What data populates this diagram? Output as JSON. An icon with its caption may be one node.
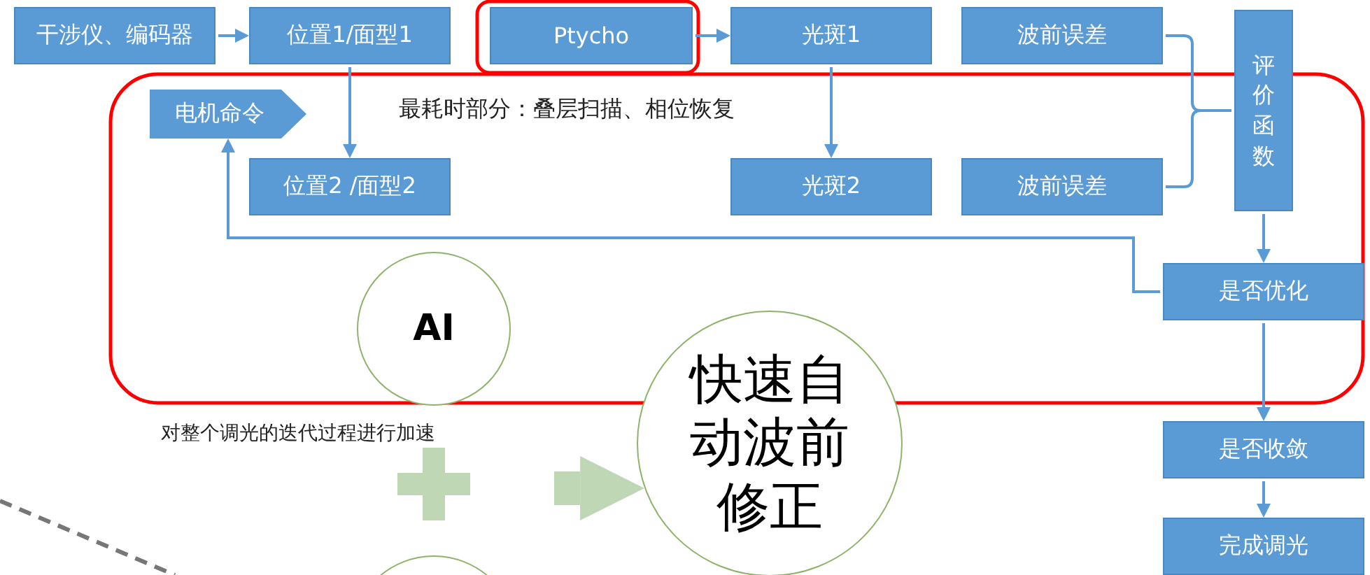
{
  "diagram": {
    "nodes": [
      {
        "text": [
          "干涉仪、编码器"
        ]
      },
      {
        "text": [
          "位置1/面型1"
        ]
      },
      {
        "text": [
          "Ptycho"
        ]
      },
      {
        "text": [
          "光斑1"
        ]
      },
      {
        "text": [
          "波前误差"
        ]
      },
      {
        "text": [
          "评价函数"
        ]
      },
      {
        "text": [
          "电机命令"
        ]
      },
      {
        "text": [
          "位置2 /面型2"
        ]
      },
      {
        "text": [
          "光斑2"
        ]
      },
      {
        "text": [
          "波前误差"
        ]
      },
      {
        "text": [
          "是否优化"
        ]
      },
      {
        "text": [
          "AI"
        ]
      },
      {
        "text": [
          "快速自动波前修正"
        ]
      },
      {
        "text": [
          "是否收敛"
        ]
      },
      {
        "text": [
          "完成调光"
        ]
      },
      {
        "text": [],
        "shape": "circle"
      }
    ],
    "edges": [
      {
        "from": 0,
        "to": 1,
        "arrow": "to"
      },
      {
        "from": 2,
        "to": 3,
        "arrow": "to"
      },
      {
        "from": 1,
        "to": 7,
        "arrow": "to"
      },
      {
        "from": 3,
        "to": 8,
        "arrow": "to"
      },
      {
        "from": 4,
        "to": 5,
        "arrow": "none"
      },
      {
        "from": 9,
        "to": 5,
        "arrow": "none"
      },
      {
        "from": 5,
        "to": 10,
        "arrow": "to"
      },
      {
        "from": 10,
        "to": 13,
        "arrow": "to"
      },
      {
        "from": 10,
        "to": 6,
        "arrow": "to"
      },
      {
        "from": 13,
        "to": 14,
        "arrow": "to"
      },
      {
        "from": null,
        "to": 12,
        "arrow": "to",
        "style": "thick",
        "color": "#c0d7b5"
      }
    ],
    "labels": [
      "最耗时部分：叠层扫描、相位恢复",
      "对整个调光的迭代过程进行加速"
    ]
  }
}
